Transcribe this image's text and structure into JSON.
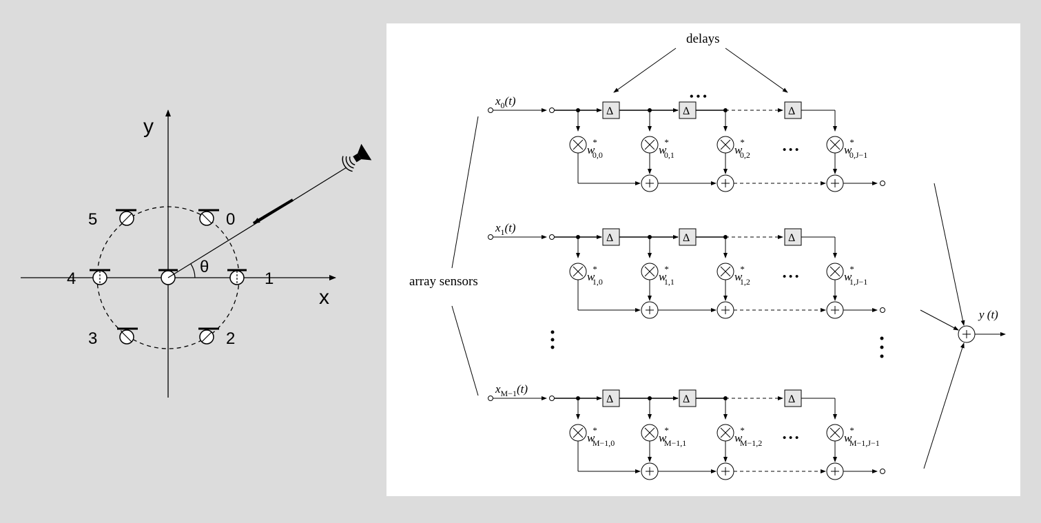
{
  "left_diagram": {
    "axis_x_label": "x",
    "axis_y_label": "y",
    "angle_label": "θ",
    "mic_labels": [
      "0",
      "1",
      "2",
      "3",
      "4",
      "5"
    ],
    "source_icon": "speaker-icon"
  },
  "right_diagram": {
    "delays_label": "delays",
    "array_sensors_label": "array sensors",
    "output_label": "y (t)",
    "delay_symbol": "Δ",
    "ellipsis": "• • •",
    "rows": [
      {
        "input_base": "x",
        "input_sub": "0",
        "input_arg": "(t)",
        "weights": [
          {
            "sup": "*",
            "sub": "0,0"
          },
          {
            "sup": "*",
            "sub": "0,1"
          },
          {
            "sup": "*",
            "sub": "0,2"
          },
          {
            "sup": "*",
            "sub": "0,J−1"
          }
        ]
      },
      {
        "input_base": "x",
        "input_sub": "1",
        "input_arg": "(t)",
        "weights": [
          {
            "sup": "*",
            "sub": "1,0"
          },
          {
            "sup": "*",
            "sub": "1,1"
          },
          {
            "sup": "*",
            "sub": "1,2"
          },
          {
            "sup": "*",
            "sub": "1,J−1"
          }
        ]
      },
      {
        "input_base": "x",
        "input_sub": "M−1",
        "input_arg": "(t)",
        "weights": [
          {
            "sup": "*",
            "sub": "M−1,0"
          },
          {
            "sup": "*",
            "sub": "M−1,1"
          },
          {
            "sup": "*",
            "sub": "M−1,2"
          },
          {
            "sup": "*",
            "sub": "M−1,J−1"
          }
        ]
      }
    ]
  }
}
